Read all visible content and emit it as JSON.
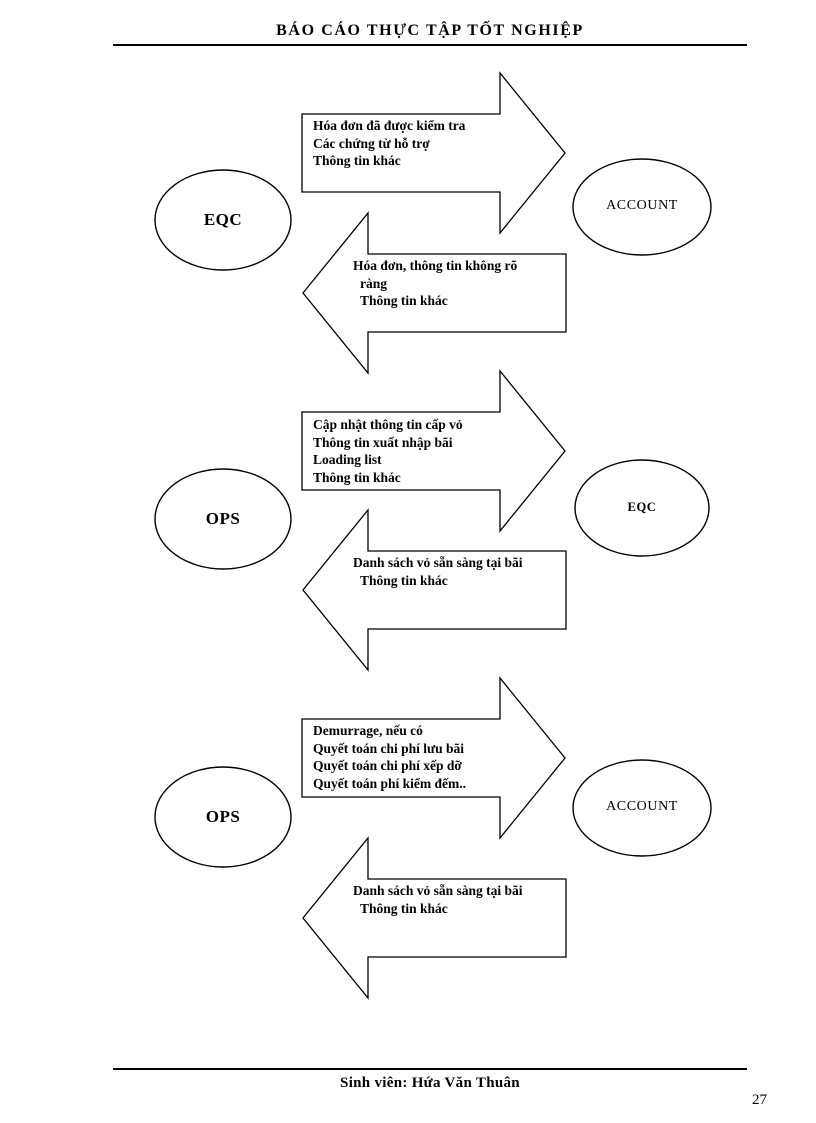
{
  "document": {
    "header_title": "BÁO CÁO THỰC TẬP TỐT NGHIỆP",
    "footer_text": "Sinh viên: Hứa Văn Thuân",
    "page_number": "27"
  },
  "diagram": {
    "groups": [
      {
        "id": "group-1",
        "left_node": "EQC",
        "right_node": "ACCOUNT",
        "forward_arrow": {
          "direction": "right",
          "lines": [
            "Hóa đơn đã được kiểm tra",
            "Các chứng từ hỗ trợ",
            "Thông tin khác"
          ]
        },
        "return_arrow": {
          "direction": "left",
          "lines": [
            "Hóa đơn, thông tin không rõ",
            "ràng",
            "Thông tin khác"
          ]
        }
      },
      {
        "id": "group-2",
        "left_node": "OPS",
        "right_node": "EQC",
        "forward_arrow": {
          "direction": "right",
          "lines": [
            "Cập nhật thông tin cấp vỏ",
            "Thông tin xuất nhập bãi",
            "Loading list",
            "Thông tin khác"
          ]
        },
        "return_arrow": {
          "direction": "left",
          "lines": [
            "Danh sách vỏ sẵn sàng tại bãi",
            "Thông tin khác"
          ]
        }
      },
      {
        "id": "group-3",
        "left_node": "OPS",
        "right_node": "ACCOUNT",
        "forward_arrow": {
          "direction": "right",
          "lines": [
            "Demurrage, nếu có",
            "Quyết toán chi phí lưu bãi",
            "Quyết toán chi phí xếp dỡ",
            "Quyết toán phí kiểm đếm.."
          ]
        },
        "return_arrow": {
          "direction": "left",
          "lines": [
            "Danh sách vỏ sẵn sàng tại bãi",
            "Thông tin khác"
          ]
        }
      }
    ]
  },
  "colors": {
    "ink": "#000000",
    "paper": "#ffffff"
  }
}
